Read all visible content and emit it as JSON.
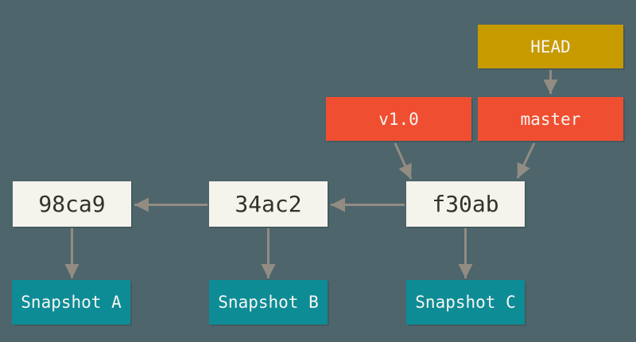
{
  "colors": {
    "background": "#4d656b",
    "head_bg": "#c79a00",
    "branch_bg": "#f04e31",
    "commit_bg": "#f4f3ec",
    "snapshot_bg": "#0d8c96",
    "arrow": "#928c82",
    "commit_text": "#33312c",
    "light_text": "#f7f6f1"
  },
  "nodes": {
    "head": {
      "label": "HEAD"
    },
    "master": {
      "label": "master"
    },
    "v1": {
      "label": "v1.0"
    },
    "commit_f30ab": {
      "label": "f30ab"
    },
    "commit_34ac2": {
      "label": "34ac2"
    },
    "commit_98ca9": {
      "label": "98ca9"
    },
    "snapshot_a": {
      "label": "Snapshot A"
    },
    "snapshot_b": {
      "label": "Snapshot B"
    },
    "snapshot_c": {
      "label": "Snapshot C"
    }
  }
}
